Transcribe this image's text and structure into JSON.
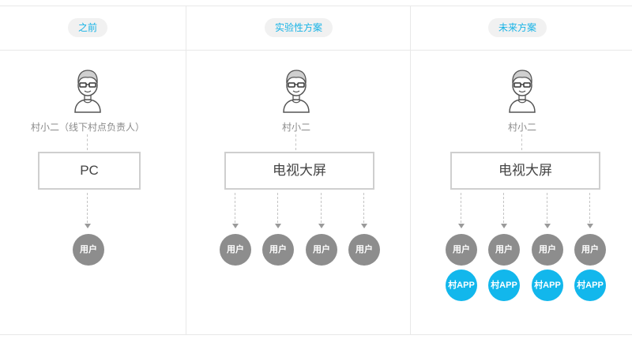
{
  "columns": [
    {
      "header": "之前",
      "role": "村小二（线下村点负责人）",
      "device": "PC",
      "users": [
        "用户"
      ],
      "apps": []
    },
    {
      "header": "实验性方案",
      "role": "村小二",
      "device": "电视大屏",
      "users": [
        "用户",
        "用户",
        "用户",
        "用户"
      ],
      "apps": []
    },
    {
      "header": "未来方案",
      "role": "村小二",
      "device": "电视大屏",
      "users": [
        "用户",
        "用户",
        "用户",
        "用户"
      ],
      "apps": [
        "村APP",
        "村APP",
        "村APP",
        "村APP"
      ]
    }
  ],
  "colors": {
    "accent": "#16b3e6",
    "user_circle": "#8d8d8d",
    "app_circle": "#12b7ec",
    "box_border": "#cfcfcf",
    "divider": "#e8e8e8"
  },
  "icons": {
    "person": "person-with-glasses-icon"
  }
}
